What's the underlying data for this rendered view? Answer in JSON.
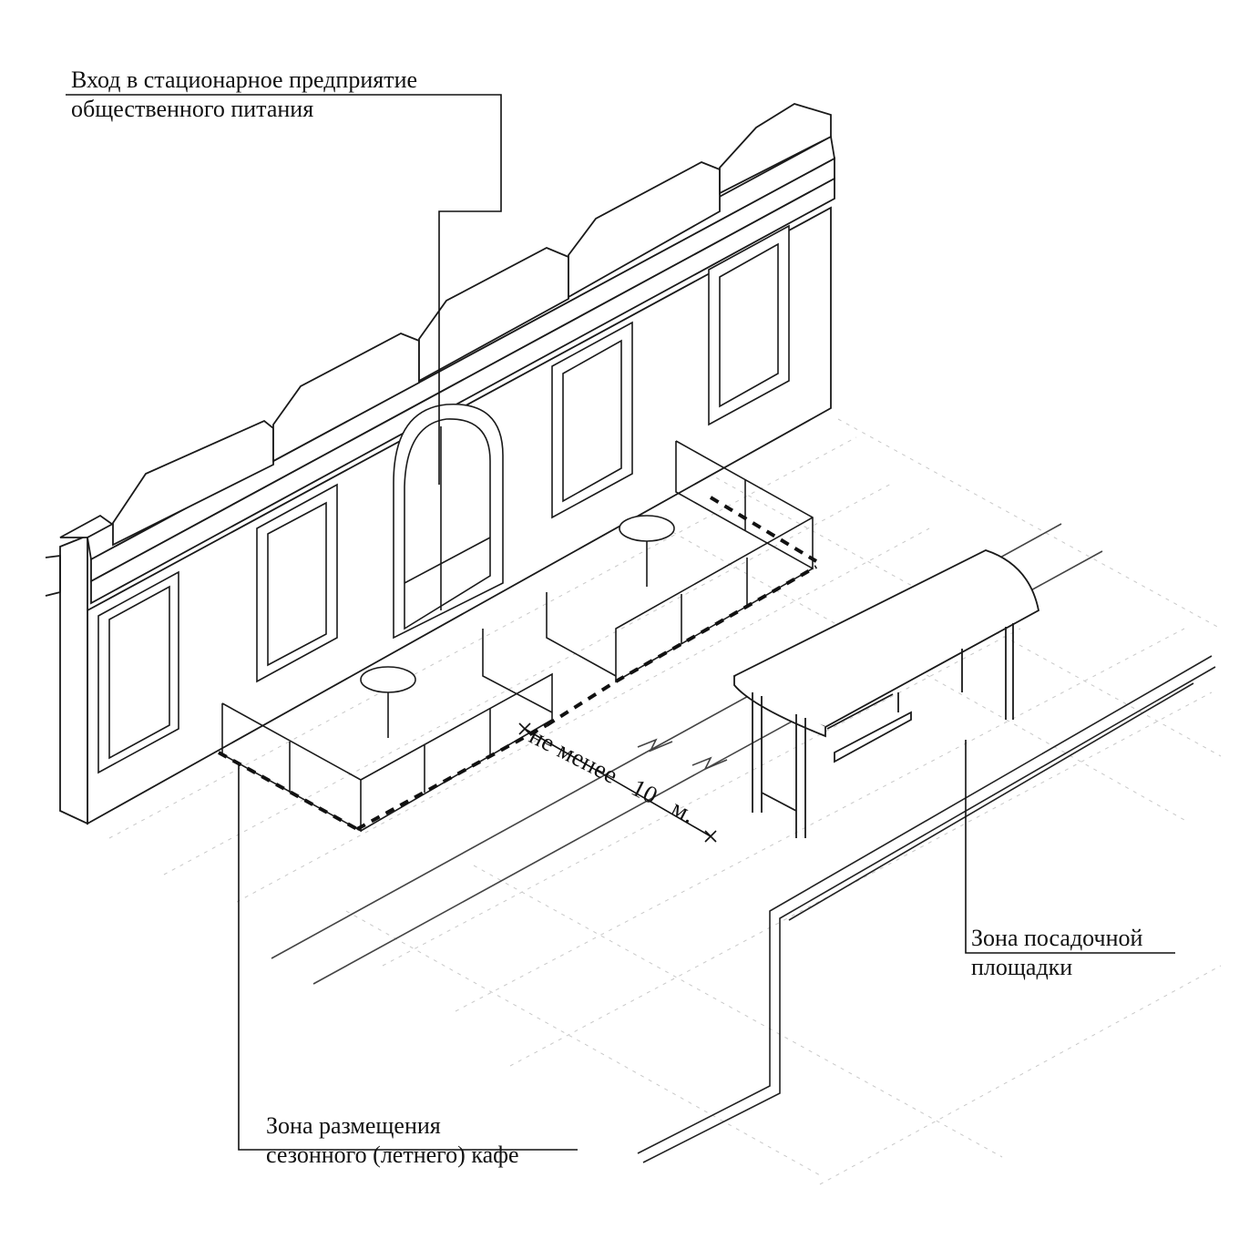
{
  "labels": {
    "entrance": {
      "line1": "Вход в стационарное предприятие",
      "line2": "общественного питания"
    },
    "cafe_zone": {
      "line1": "Зона размещения",
      "line2": "сезонного (летнего) кафе"
    },
    "platform_zone": {
      "line1": "Зона посадочной",
      "line2": "площадки"
    },
    "distance": {
      "prefix": "не менее",
      "value": "10",
      "unit": "м."
    }
  },
  "colors": {
    "ink": "#1a1a1a",
    "faint": "#b8b8b8",
    "paper": "#ffffff"
  }
}
